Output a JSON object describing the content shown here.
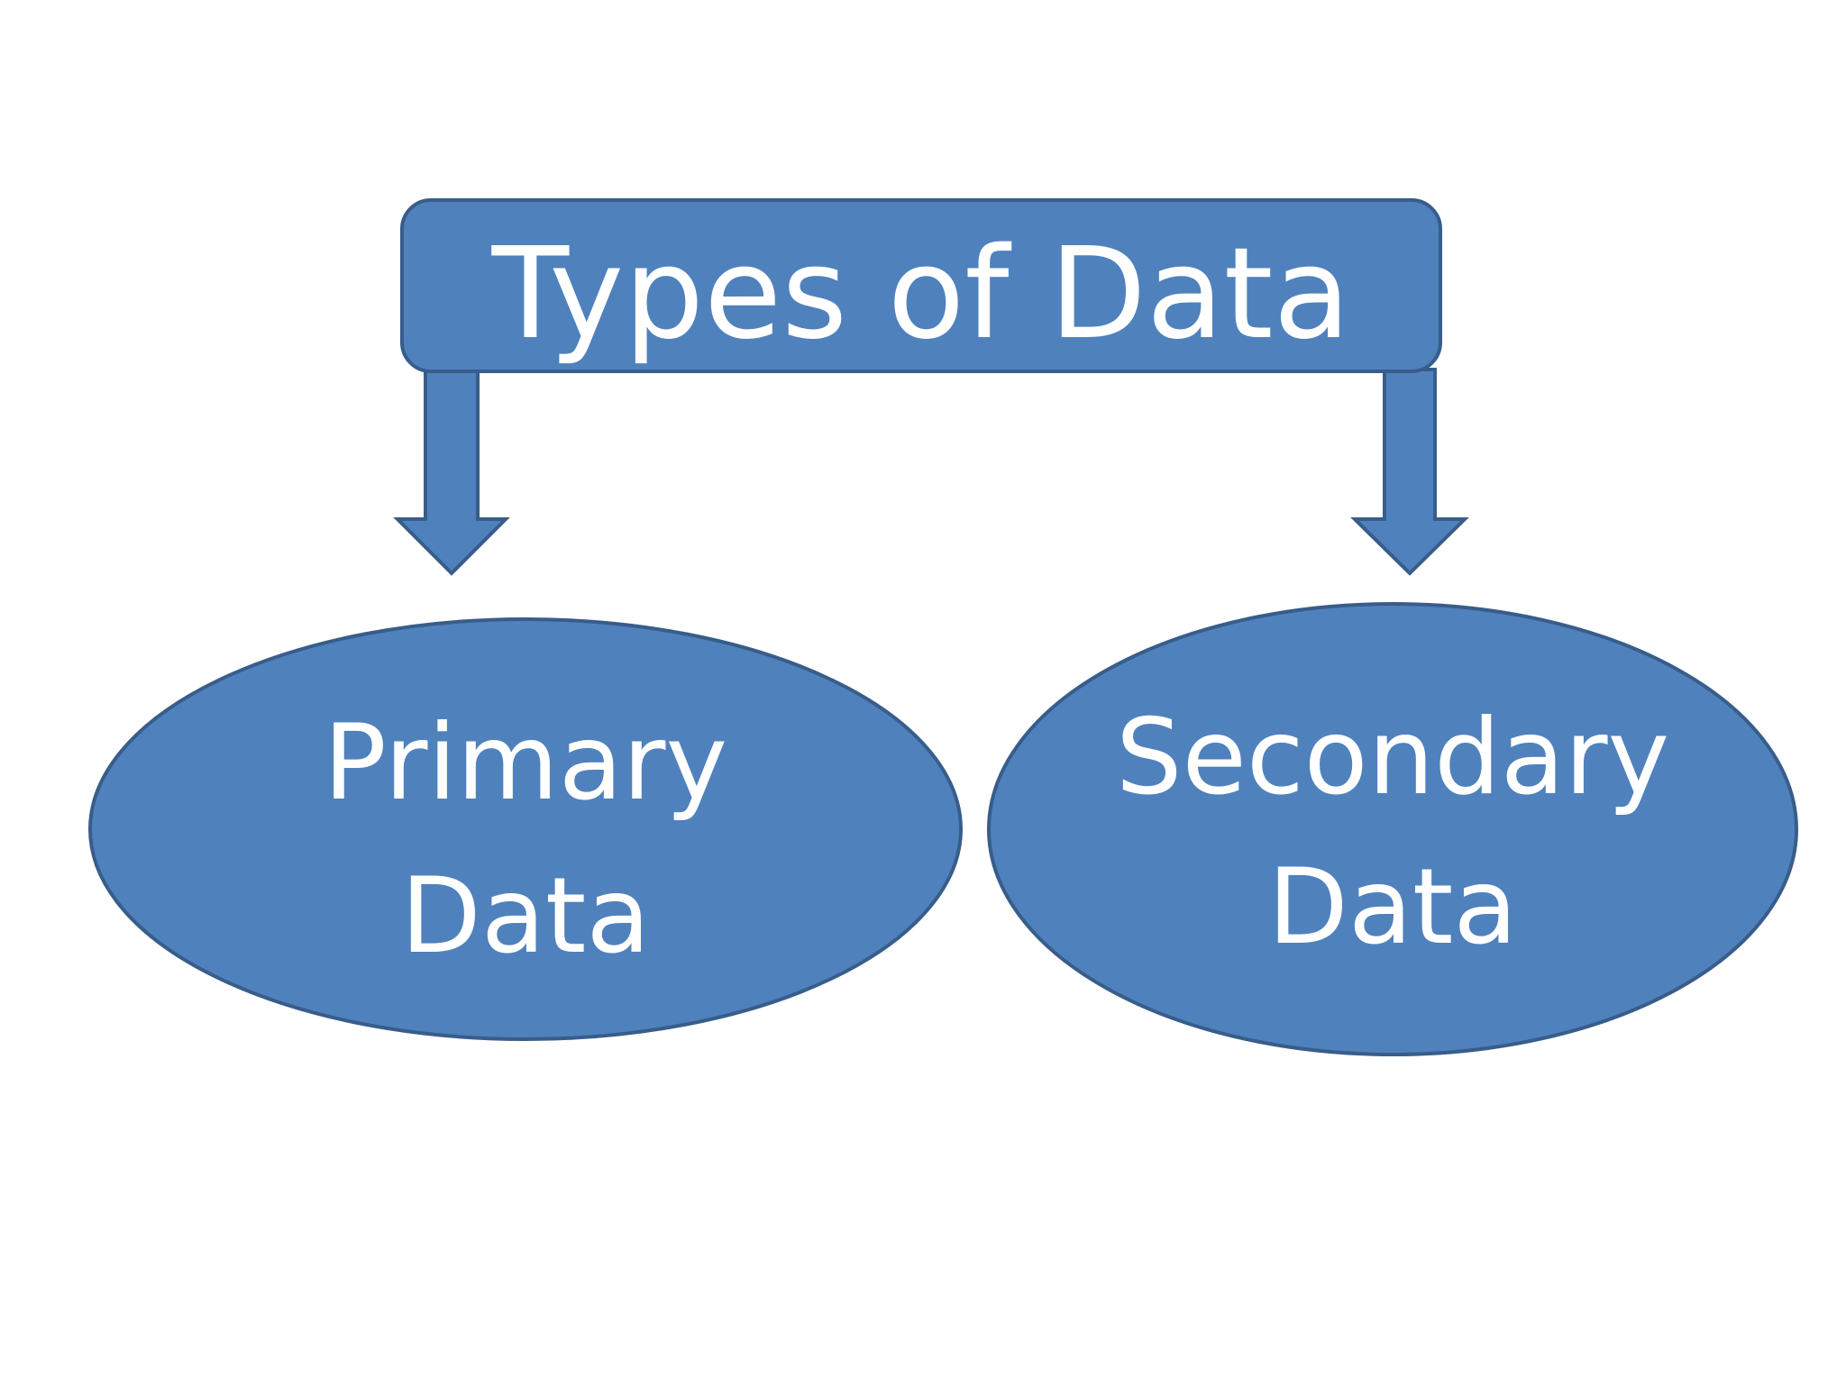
{
  "diagram": {
    "title": "Types of Data",
    "nodes": [
      {
        "line1": "Primary",
        "line2": "Data"
      },
      {
        "line1": "Secondary",
        "line2": "Data"
      }
    ],
    "colors": {
      "fill": "#4f81bd",
      "stroke": "#385d8a",
      "text": "#ffffff",
      "background": "#ffffff"
    }
  }
}
